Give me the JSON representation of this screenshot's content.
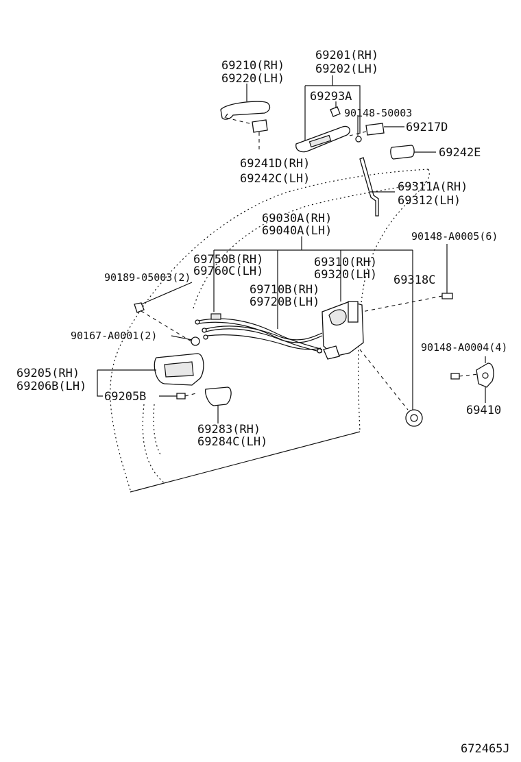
{
  "labels": {
    "p69210": "69210(RH)",
    "p69220": "69220(LH)",
    "p69201": "69201(RH)",
    "p69202": "69202(LH)",
    "p69293A": "69293A",
    "p90148_50003": "90148-50003",
    "p69217D": "69217D",
    "p69242E": "69242E",
    "p69241D": "69241D(RH)",
    "p69242C": "69242C(LH)",
    "p69311A": "69311A(RH)",
    "p69312": "69312(LH)",
    "p69030A": "69030A(RH)",
    "p69040A": "69040A(LH)",
    "p90148_A0005": "90148-A0005(6)",
    "p69750B": "69750B(RH)",
    "p69760C": "69760C(LH)",
    "p90189": "90189-05003(2)",
    "p69310": "69310(RH)",
    "p69320": "69320(LH)",
    "p69318C": "69318C",
    "p69710B": "69710B(RH)",
    "p69720B": "69720B(LH)",
    "p90167": "90167-A0001(2)",
    "p90148_A0004": "90148-A0004(4)",
    "p69205": "69205(RH)",
    "p69206B": "69206B(LH)",
    "p69205B": "69205B",
    "p69410": "69410",
    "p69283": "69283(RH)",
    "p69284C": "69284C(LH)",
    "ref": "672465J"
  }
}
